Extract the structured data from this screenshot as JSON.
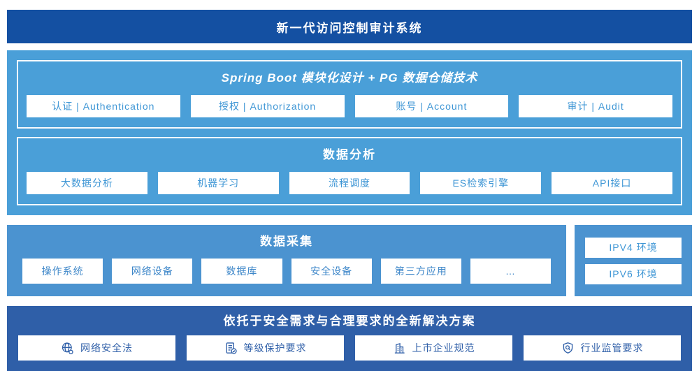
{
  "colors": {
    "banner_bg": "#1450a2",
    "platform_bg": "#4a9fd8",
    "collect_bg": "#4b93d0",
    "solution_bg": "#2f5fa8",
    "box_text": "#3e96d5",
    "collect_text": "#3e87c9",
    "solution_text": "#2f5fa8"
  },
  "banner": {
    "title": "新一代访问控制审计系统"
  },
  "platform": {
    "modules_panel": {
      "title": "Spring Boot 模块化设计 + PG 数据仓储技术",
      "items": [
        "认证 | Authentication",
        "授权 | Authorization",
        "账号 | Account",
        "审计 | Audit"
      ]
    },
    "analysis_panel": {
      "title": "数据分析",
      "items": [
        "大数据分析",
        "机器学习",
        "流程调度",
        "ES检索引擎",
        "API接口"
      ]
    }
  },
  "collect": {
    "title": "数据采集",
    "items": [
      "操作系统",
      "网络设备",
      "数据库",
      "安全设备",
      "第三方应用",
      "…"
    ]
  },
  "network_env": {
    "items": [
      "IPV4 环境",
      "IPV6 环境"
    ]
  },
  "solution": {
    "title": "依托于安全需求与合理要求的全新解决方案",
    "items": [
      {
        "icon": "globe-icon",
        "label": "网络安全法"
      },
      {
        "icon": "document-check-icon",
        "label": "等级保护要求"
      },
      {
        "icon": "building-icon",
        "label": "上市企业规范"
      },
      {
        "icon": "shield-search-icon",
        "label": "行业监管要求"
      }
    ]
  }
}
